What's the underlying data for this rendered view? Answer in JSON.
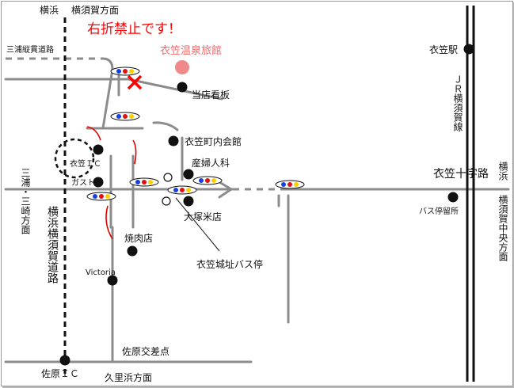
{
  "colors": {
    "road": "#8c8c8c",
    "rail": "#111111",
    "warning": "#ff0000",
    "inn": "#f08a8a",
    "arrow": "#e00000"
  },
  "labels": {
    "yokohama_top": "横浜",
    "yokosuka_top": "横須賀方面",
    "warning": "右折禁止です！",
    "miura_road": "三浦縦貫道路",
    "inn": "衣笠温泉旅館",
    "kinugasa_station": "衣笠駅",
    "jr_line": "ＪＲ横須賀線",
    "signboard": "当店看板",
    "community_hall": "衣笠町内会館",
    "obgyn": "産婦人科",
    "kinugasa_ic": "衣笠ＩＣ",
    "gusto": "ガスト",
    "miura_misaki": "三浦・三崎方面",
    "yokohama_yokosuka_road": "横浜横須賀道路",
    "crossroads": "衣笠十字路",
    "yokohama_right": "横浜",
    "yokosuka_chuo": "横須賀中央方面",
    "bus_stop": "バス停留所",
    "otsuka_rice": "大塚米店",
    "yakiniku": "焼肉店",
    "castle_bus_stop": "衣笠城址バス停",
    "victoria": "Victoria",
    "sahara_intersection": "佐原交差点",
    "sahara_ic": "佐原ＩＣ",
    "kurihama": "久里浜方面"
  }
}
